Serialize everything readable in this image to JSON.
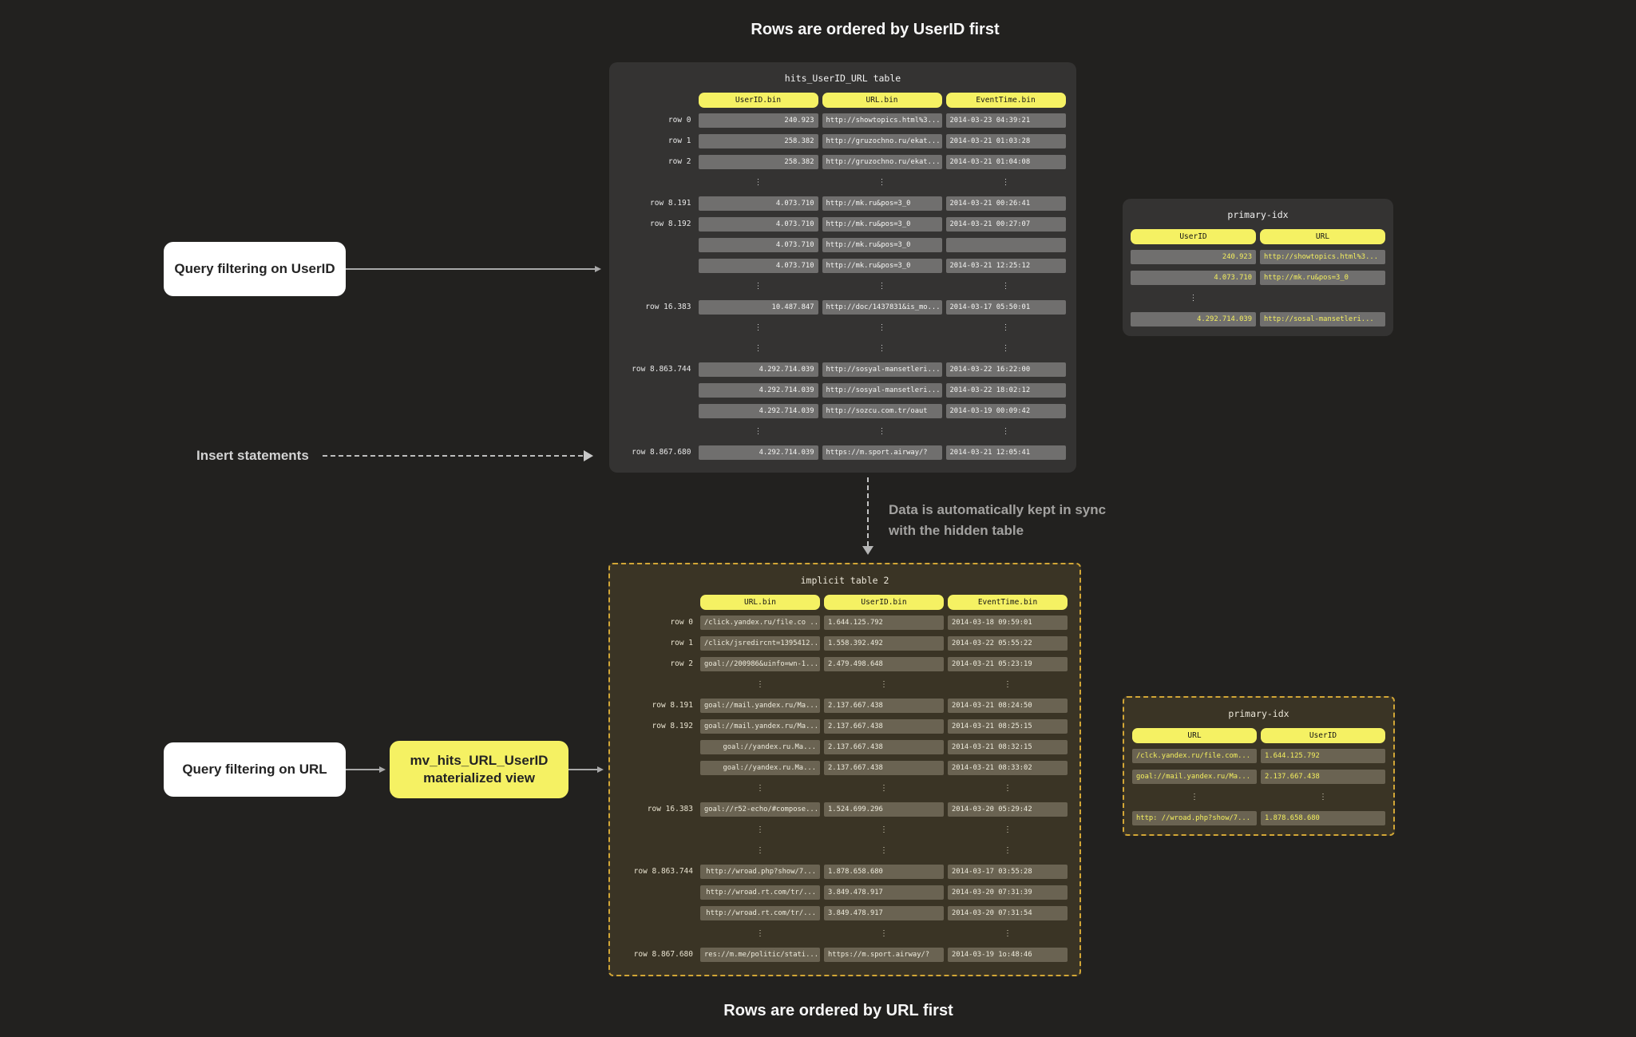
{
  "titles": {
    "top": "Rows are ordered by UserID first",
    "bottom": "Rows are ordered by URL first"
  },
  "labels": {
    "query_userid": "Query filtering on UserID",
    "query_url": "Query filtering on URL",
    "insert": "Insert statements",
    "sync_1": "Data is automatically kept in sync",
    "sync_2": "with the hidden table",
    "mv_1": "mv_hits_URL_UserID",
    "mv_2": "materialized view"
  },
  "colors": {
    "background": "#22211f",
    "accent_yellow": "#f5f163",
    "hidden_table_border": "#d2a636",
    "panel_gray": "#343332",
    "panel_olive": "#3a3425",
    "cell_gray": "#706f6e",
    "cell_olive": "#6a6352"
  },
  "hits_table": {
    "title": "hits_UserID_URL table",
    "columns": [
      "UserID.bin",
      "URL.bin",
      "EventTime.bin"
    ],
    "align": [
      "right",
      "left",
      "left"
    ],
    "rows": [
      {
        "label": "row 0",
        "cells": [
          "240.923",
          "http://showtopics.html%3...",
          "2014-03-23 04:39:21"
        ]
      },
      {
        "label": "row 1",
        "cells": [
          "258.382",
          "http://gruzochno.ru/ekat...",
          "2014-03-21 01:03:28"
        ]
      },
      {
        "label": "row 2",
        "cells": [
          "258.382",
          "http://gruzochno.ru/ekat...",
          "2014-03-21 01:04:08"
        ]
      },
      {
        "dots": true
      },
      {
        "label": "row 8.191",
        "cells": [
          "4.073.710",
          "http://mk.ru&pos=3_0",
          "2014-03-21 00:26:41"
        ]
      },
      {
        "label": "row 8.192",
        "cells": [
          "4.073.710",
          "http://mk.ru&pos=3_0",
          "2014-03-21 00:27:07"
        ]
      },
      {
        "label": "",
        "cells": [
          "4.073.710",
          "http://mk.ru&pos=3_0",
          ""
        ]
      },
      {
        "label": "",
        "cells": [
          "4.073.710",
          "http://mk.ru&pos=3_0",
          "2014-03-21 12:25:12"
        ]
      },
      {
        "dots": true
      },
      {
        "label": "row 16.383",
        "cells": [
          "10.487.847",
          "http://doc/1437831&is_mo...",
          "2014-03-17 05:50:01"
        ]
      },
      {
        "dots": true
      },
      {
        "dots": true
      },
      {
        "label": "row 8.863.744",
        "cells": [
          "4.292.714.039",
          "http://sosyal-mansetleri...",
          "2014-03-22 16:22:00"
        ]
      },
      {
        "label": "",
        "cells": [
          "4.292.714.039",
          "http://sosyal-mansetleri...",
          "2014-03-22 18:02:12"
        ]
      },
      {
        "label": "",
        "cells": [
          "4.292.714.039",
          "http://sozcu.com.tr/oaut",
          "2014-03-19 00:09:42"
        ]
      },
      {
        "dots": true
      },
      {
        "label": "row 8.867.680",
        "cells": [
          "4.292.714.039",
          "https://m.sport.airway/?",
          "2014-03-21 12:05:41"
        ]
      }
    ]
  },
  "primary_idx_1": {
    "title": "primary-idx",
    "columns": [
      "UserID",
      "URL"
    ],
    "align": [
      "right",
      "left"
    ],
    "rows": [
      {
        "cells": [
          "240.923",
          "http://showtopics.html%3..."
        ]
      },
      {
        "cells": [
          "4.073.710",
          "http://mk.ru&pos=3_0"
        ]
      },
      {
        "dots": [
          true,
          false
        ]
      },
      {
        "cells": [
          "4.292.714.039",
          "http://sosal-mansetleri..."
        ]
      }
    ]
  },
  "implicit_table": {
    "title": "implicit table 2",
    "columns": [
      "URL.bin",
      "UserID.bin",
      "EventTime.bin"
    ],
    "align": [
      "right",
      "left",
      "left"
    ],
    "rows": [
      {
        "label": "row 0",
        "cells": [
          "/click.yandex.ru/file.co ...",
          "1.644.125.792",
          "2014-03-18 09:59:01"
        ]
      },
      {
        "label": "row 1",
        "cells": [
          "/click/jsredircnt=1395412...",
          "1.558.392.492",
          "2014-03-22 05:55:22"
        ]
      },
      {
        "label": "row 2",
        "cells": [
          "goal://200986&uinfo=wn-1...",
          "2.479.498.648",
          "2014-03-21 05:23:19"
        ]
      },
      {
        "dots": true
      },
      {
        "label": "row 8.191",
        "cells": [
          "goal://mail.yandex.ru/Ma...",
          "2.137.667.438",
          "2014-03-21 08:24:50"
        ]
      },
      {
        "label": "row 8.192",
        "cells": [
          "goal://mail.yandex.ru/Ma...",
          "2.137.667.438",
          "2014-03-21 08:25:15"
        ]
      },
      {
        "label": "",
        "cells": [
          "goal://yandex.ru.Ma...",
          "2.137.667.438",
          "2014-03-21 08:32:15"
        ]
      },
      {
        "label": "",
        "cells": [
          "goal://yandex.ru.Ma...",
          "2.137.667.438",
          "2014-03-21 08:33:02"
        ]
      },
      {
        "dots": true
      },
      {
        "label": "row 16.383",
        "cells": [
          "goal://r52-echo/#compose...",
          "1.524.699.296",
          "2014-03-20 05:29:42"
        ]
      },
      {
        "dots": true
      },
      {
        "dots": true
      },
      {
        "label": "row 8.863.744",
        "cells": [
          "http://wroad.php?show/7...",
          "1.878.658.680",
          "2014-03-17 03:55:28"
        ]
      },
      {
        "label": "",
        "cells": [
          "http://wroad.rt.com/tr/...",
          "3.849.478.917",
          "2014-03-20 07:31:39"
        ]
      },
      {
        "label": "",
        "cells": [
          "http://wroad.rt.com/tr/...",
          "3.849.478.917",
          "2014-03-20 07:31:54"
        ]
      },
      {
        "dots": true
      },
      {
        "label": "row 8.867.680",
        "cells": [
          "res://m.me/politic/stati...",
          "https://m.sport.airway/?",
          "2014-03-19 1o:48:46"
        ]
      }
    ]
  },
  "primary_idx_2": {
    "title": "primary-idx",
    "columns": [
      "URL",
      "UserID"
    ],
    "align": [
      "left",
      "left"
    ],
    "rows": [
      {
        "cells": [
          "/clck.yandex.ru/file.com...",
          "1.644.125.792"
        ]
      },
      {
        "cells": [
          "goal://mail.yandex.ru/Ma...",
          "2.137.667.438"
        ]
      },
      {
        "dots": true
      },
      {
        "cells": [
          "http: //wroad.php?show/7...",
          "1.878.658.680"
        ]
      }
    ]
  }
}
